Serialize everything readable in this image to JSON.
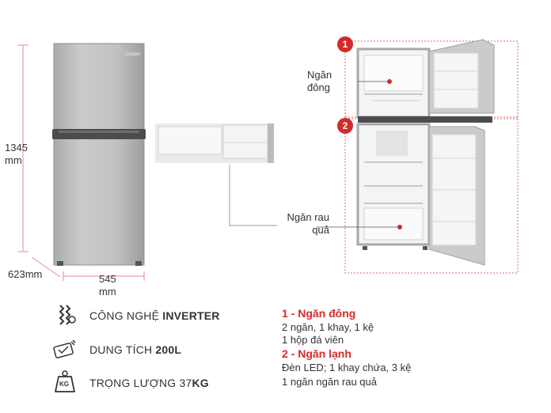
{
  "dimensions": {
    "height_value": "1345",
    "height_unit": "mm",
    "width_value": "545",
    "width_unit": "mm",
    "depth_label": "623mm"
  },
  "callouts": {
    "freezer": [
      "Ngăn",
      "đông"
    ],
    "crisper": [
      "Ngăn rau",
      "quả"
    ],
    "badge_1": "1",
    "badge_2": "2"
  },
  "features": [
    {
      "icon": "inverter-icon",
      "label": "CÔNG NGHỆ ",
      "bold": "INVERTER"
    },
    {
      "icon": "capacity-icon",
      "label": "DUNG TÍCH ",
      "bold": "200L"
    },
    {
      "icon": "weight-icon",
      "label": "TRỌNG LƯỢNG 37",
      "bold": "KG",
      "icon_text": "KG"
    }
  ],
  "specs": {
    "freezer_title": "1 - Ngăn đông",
    "freezer_lines": [
      "2 ngăn, 1 khay, 1 kệ",
      "1 hộp đá viên"
    ],
    "fridge_title": "2 - Ngăn lạnh",
    "fridge_lines": [
      "Đèn LED; 1 khay chứa, 3 kệ",
      "1 ngăn ngăn rau quả"
    ]
  },
  "brand_text": "Casper",
  "colors": {
    "accent": "#d42a2a",
    "steel": "#b9bbbd",
    "dim_line": "#e88b8b"
  }
}
